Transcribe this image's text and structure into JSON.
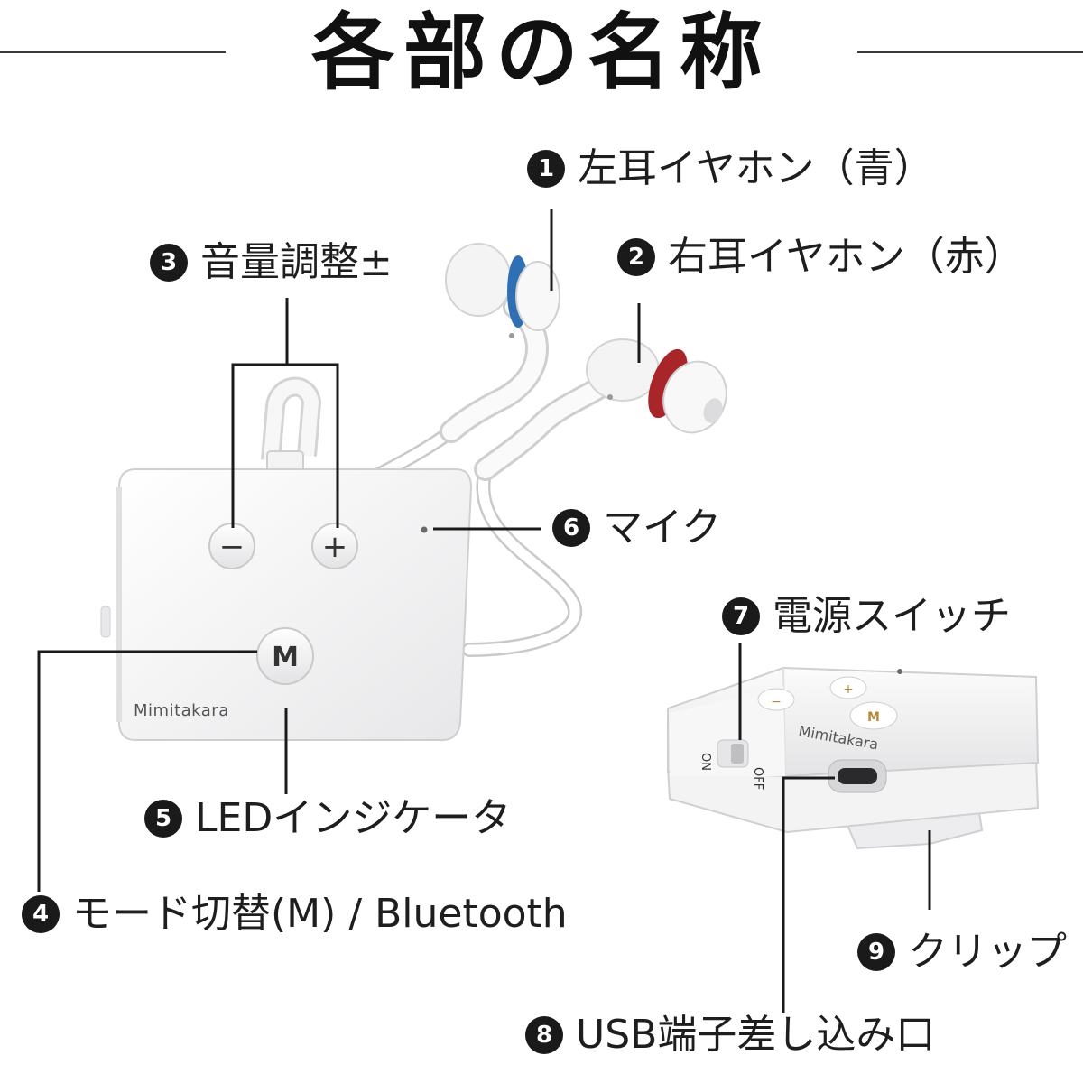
{
  "title": "各部の名称",
  "brand_front": "Mimitakara",
  "brand_side": "Mimitakara",
  "switch_labels": {
    "on": "ON",
    "off": "OFF"
  },
  "buttons": {
    "minus": "−",
    "plus": "+",
    "mode": "M"
  },
  "side_buttons": {
    "minus": "−",
    "plus": "+",
    "mode": "M"
  },
  "earbud_colors": {
    "left": "#2f6fb4",
    "right": "#a8262a"
  },
  "callouts": [
    {
      "number": "1",
      "label": "左耳イヤホン（青）"
    },
    {
      "number": "2",
      "label": "右耳イヤホン（赤）"
    },
    {
      "number": "3",
      "label": "音量調整±"
    },
    {
      "number": "4",
      "label": "モード切替(M) / Bluetooth"
    },
    {
      "number": "5",
      "label": "LEDインジケータ"
    },
    {
      "number": "6",
      "label": "マイク"
    },
    {
      "number": "7",
      "label": "電源スイッチ"
    },
    {
      "number": "8",
      "label": "USB端子差し込み口"
    },
    {
      "number": "9",
      "label": "クリップ"
    }
  ]
}
